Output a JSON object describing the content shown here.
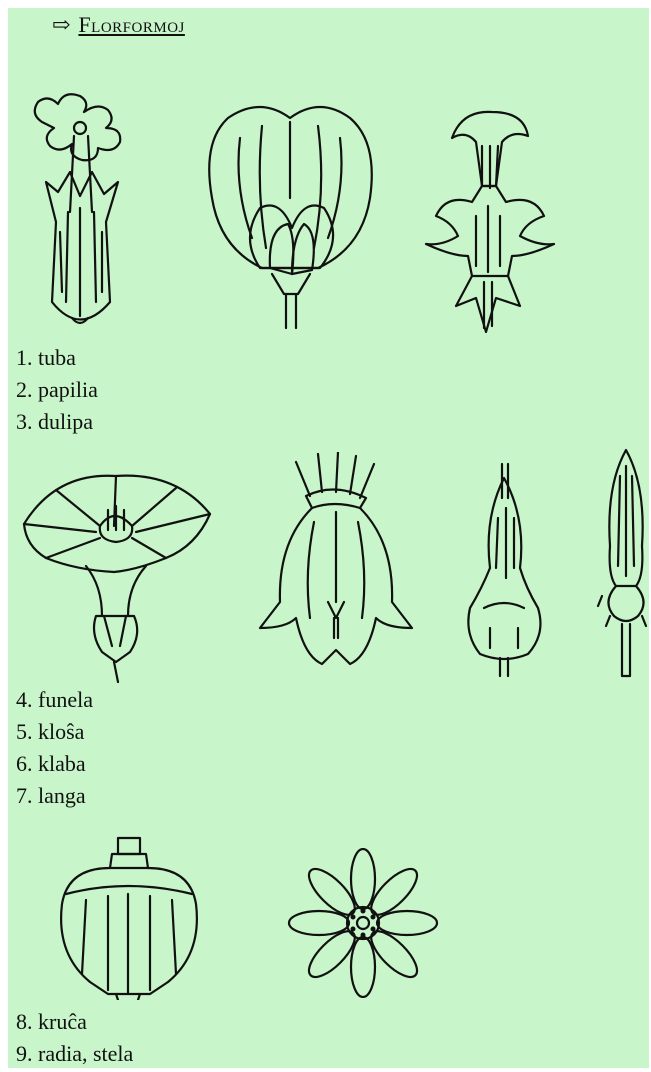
{
  "nav": {
    "arrow": "⇨",
    "label": "Florformoj"
  },
  "groups": [
    {
      "items": [
        "1. tuba",
        "2. papilia",
        "3. dulipa"
      ]
    },
    {
      "items": [
        "4. funela",
        "5. kloŝa",
        "6. klaba",
        "7. langa"
      ]
    },
    {
      "items": [
        "8. kruĉa",
        "9. radia, stela"
      ]
    }
  ]
}
